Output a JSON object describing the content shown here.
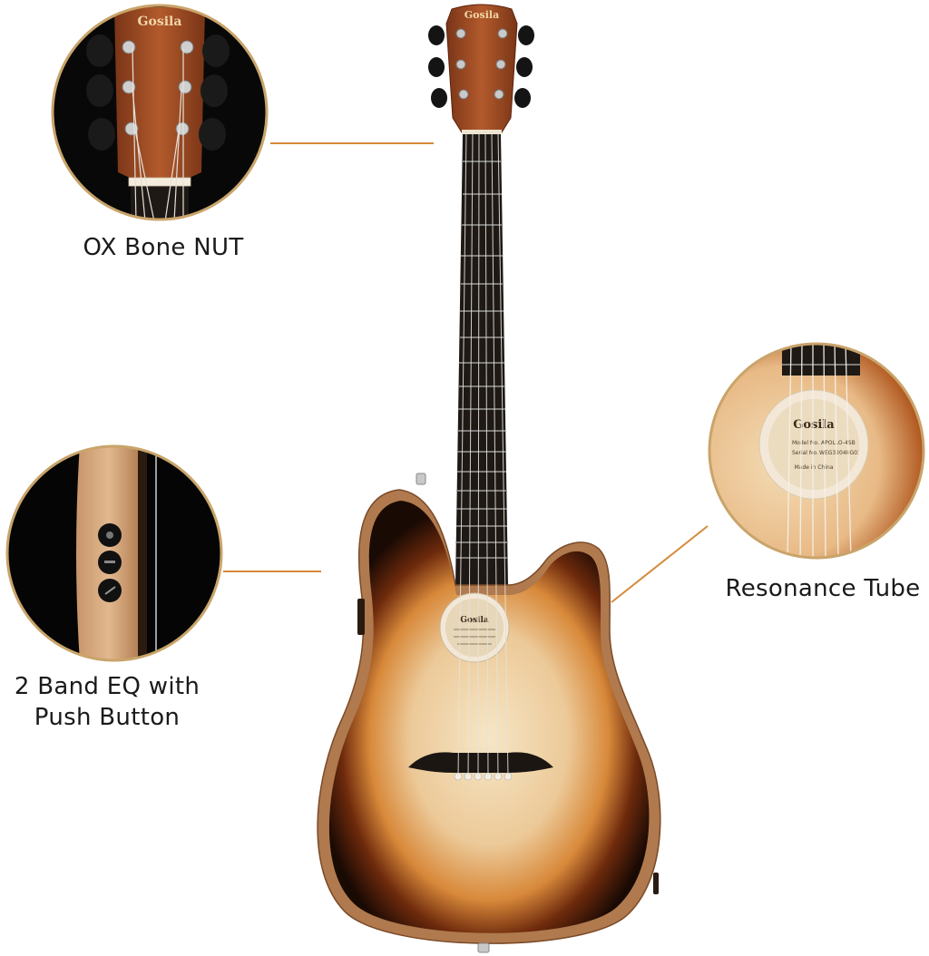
{
  "product": {
    "brand": "Gosila",
    "label_model_prefix": "Model No.",
    "label_serial_prefix": "Serial No.",
    "label_model": "APOLLO-4SB",
    "label_serial": "WEG32048G021",
    "label_origin": "Made in China"
  },
  "callouts": {
    "nut": "OX Bone NUT",
    "eq_line1": "2 Band EQ with",
    "eq_line2": "Push Button",
    "tube": "Resonance Tube"
  },
  "colors": {
    "leader_line": "#d58a3a",
    "headstock": "#9b4a26",
    "fretboard": "#1e1915",
    "sunburst_center": "#f1d9b3",
    "sunburst_mid": "#d98a3d",
    "sunburst_edge": "#2a1208",
    "binding": "#b88a5e",
    "rosette": "#f3e8d7"
  }
}
